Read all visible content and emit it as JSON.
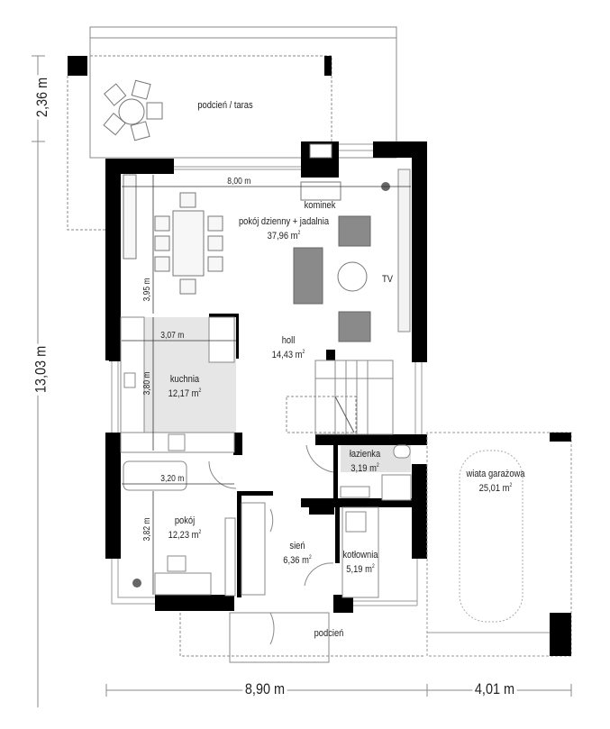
{
  "rooms": [
    {
      "id": "taras",
      "name": "podcień / taras",
      "area": ""
    },
    {
      "id": "dzienny",
      "name": "pokój dzienny + jadalnia",
      "area": "37,96 m"
    },
    {
      "id": "holl",
      "name": "holl",
      "area": "14,43 m"
    },
    {
      "id": "kuchnia",
      "name": "kuchnia",
      "area": "12,17 m"
    },
    {
      "id": "lazienka",
      "name": "łazienka",
      "area": "3,19 m"
    },
    {
      "id": "pokoj",
      "name": "pokój",
      "area": "12,23 m"
    },
    {
      "id": "sien",
      "name": "sień",
      "area": "6,36 m"
    },
    {
      "id": "kotlownia",
      "name": "kotłownia",
      "area": "5,19 m"
    },
    {
      "id": "wiata",
      "name": "wiata garażowa",
      "area": "25,01 m"
    },
    {
      "id": "podcien",
      "name": "podcień",
      "area": ""
    }
  ],
  "area_unit_sup": "2",
  "labels": {
    "kominek": "kominek",
    "tv": "TV"
  },
  "inner_dimensions": {
    "living_width": "8,00 m",
    "living_depth": "3,95 m",
    "kitchen_width": "3,07 m",
    "kitchen_depth": "3,80 m",
    "room_width": "3,20 m",
    "room_depth": "3,82 m"
  },
  "outer_dimensions": {
    "terrace_depth": "2,36 m",
    "house_length": "13,03 m",
    "house_width": "8,90 m",
    "carport_width": "4,01 m"
  },
  "colors": {
    "wall": "#000000",
    "kitchen_fill": "#e6e6e6",
    "furniture_dark": "#8a8a8a",
    "line": "#888888"
  }
}
